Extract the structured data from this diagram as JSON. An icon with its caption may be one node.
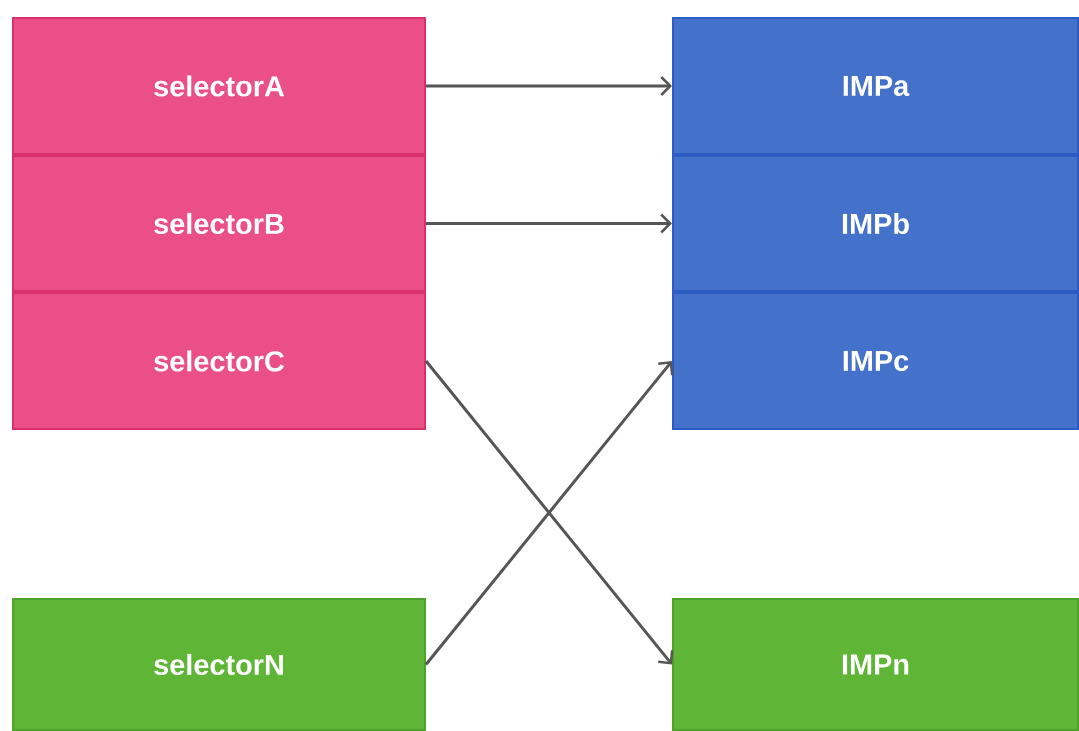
{
  "diagram": {
    "nodes": [
      {
        "text": [
          "selectorA"
        ]
      },
      {
        "text": [
          "selectorB"
        ]
      },
      {
        "text": [
          "selectorC"
        ]
      },
      {
        "text": [
          "selectorN"
        ]
      },
      {
        "text": [
          "IMPa"
        ]
      },
      {
        "text": [
          "IMPb"
        ]
      },
      {
        "text": [
          "IMPc"
        ]
      },
      {
        "text": [
          "IMPn"
        ]
      }
    ],
    "edges": [
      {
        "from": 0,
        "to": 4,
        "arrow": "to"
      },
      {
        "from": 1,
        "to": 5,
        "arrow": "to"
      },
      {
        "from": 2,
        "to": 7,
        "arrow": "to"
      },
      {
        "from": 3,
        "to": 6,
        "arrow": "to"
      }
    ]
  }
}
